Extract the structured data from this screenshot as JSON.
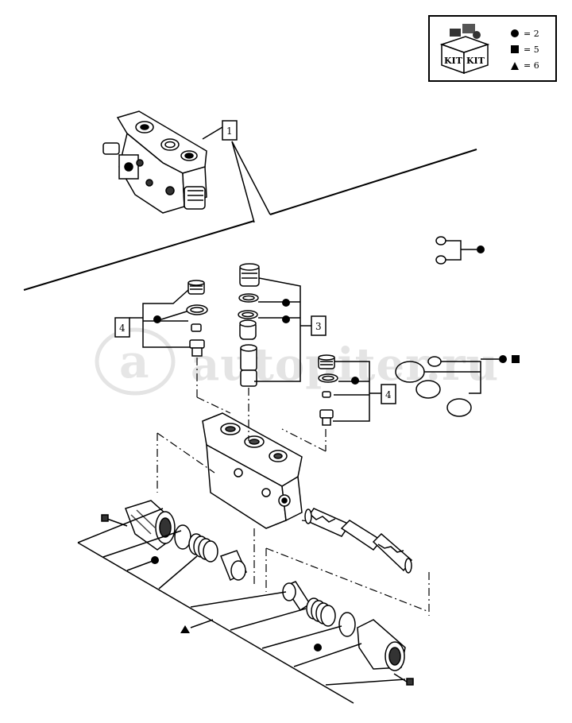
{
  "kit_legend": {
    "icon_left": "KIT",
    "icon_right": "KIT",
    "rows": [
      {
        "symbol": "circle",
        "text": "= 2"
      },
      {
        "symbol": "square",
        "text": "= 5"
      },
      {
        "symbol": "triangle",
        "text": "= 6"
      }
    ]
  },
  "callouts": {
    "c1": "1",
    "c3": "3",
    "c4a": "4",
    "c4b": "4"
  },
  "watermark": "autopiter.ru",
  "colors": {
    "line": "#000000",
    "shade": "#555555",
    "watermark": "#dddddd"
  }
}
